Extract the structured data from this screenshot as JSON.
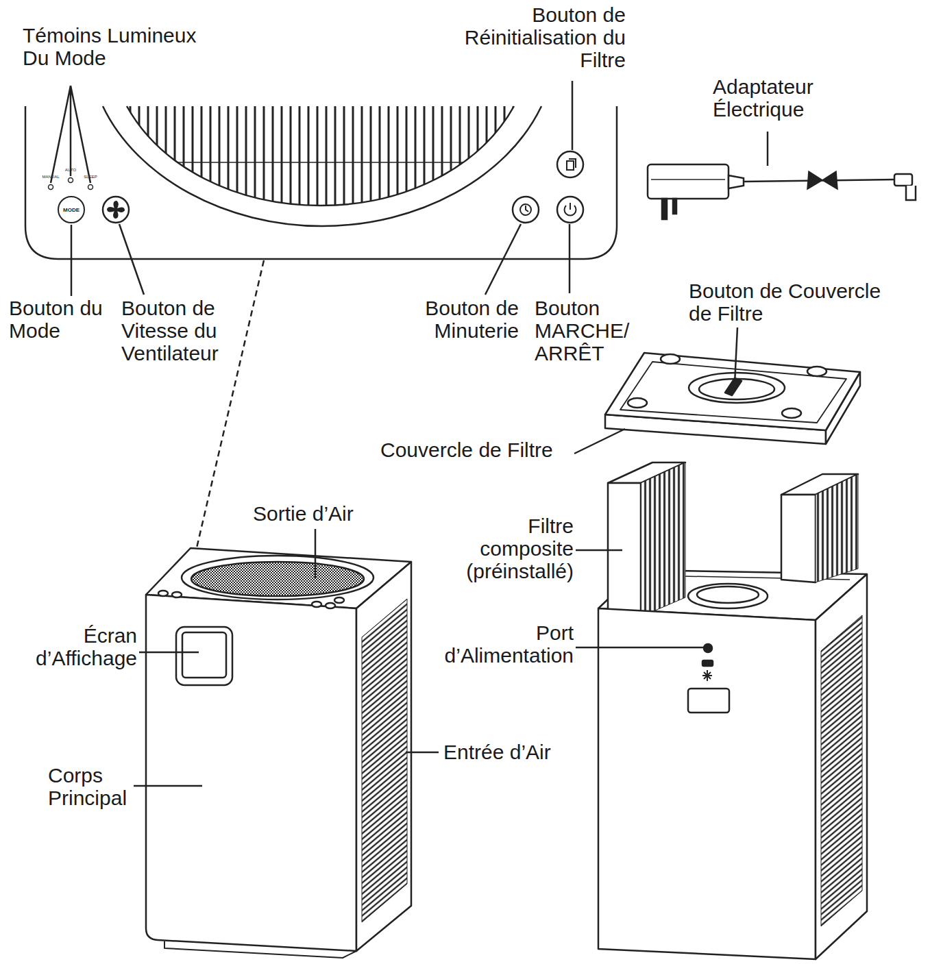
{
  "diagram": {
    "nodes": [
      {
        "text": [
          "MODE"
        ]
      }
    ],
    "labels": [
      "Témoins Lumineux Du Mode",
      "MANUAL",
      "AUTO",
      "SLEEP",
      "Bouton du Mode",
      "Bouton de Vitesse du Ventilateur",
      "Bouton de Minuterie",
      "Bouton MARCHE/ ARRÊT",
      "Bouton de Réinitialisation du Filtre",
      "Adaptateur Électrique",
      "Bouton de Couvercle de Filtre",
      "Couvercle de Filtre",
      "Sortie d’Air",
      "Filtre composite (préinstallé)",
      "Port d’Alimentation",
      "Écran d’Affichage",
      "Entrée d’Air",
      "Corps Principal"
    ]
  }
}
